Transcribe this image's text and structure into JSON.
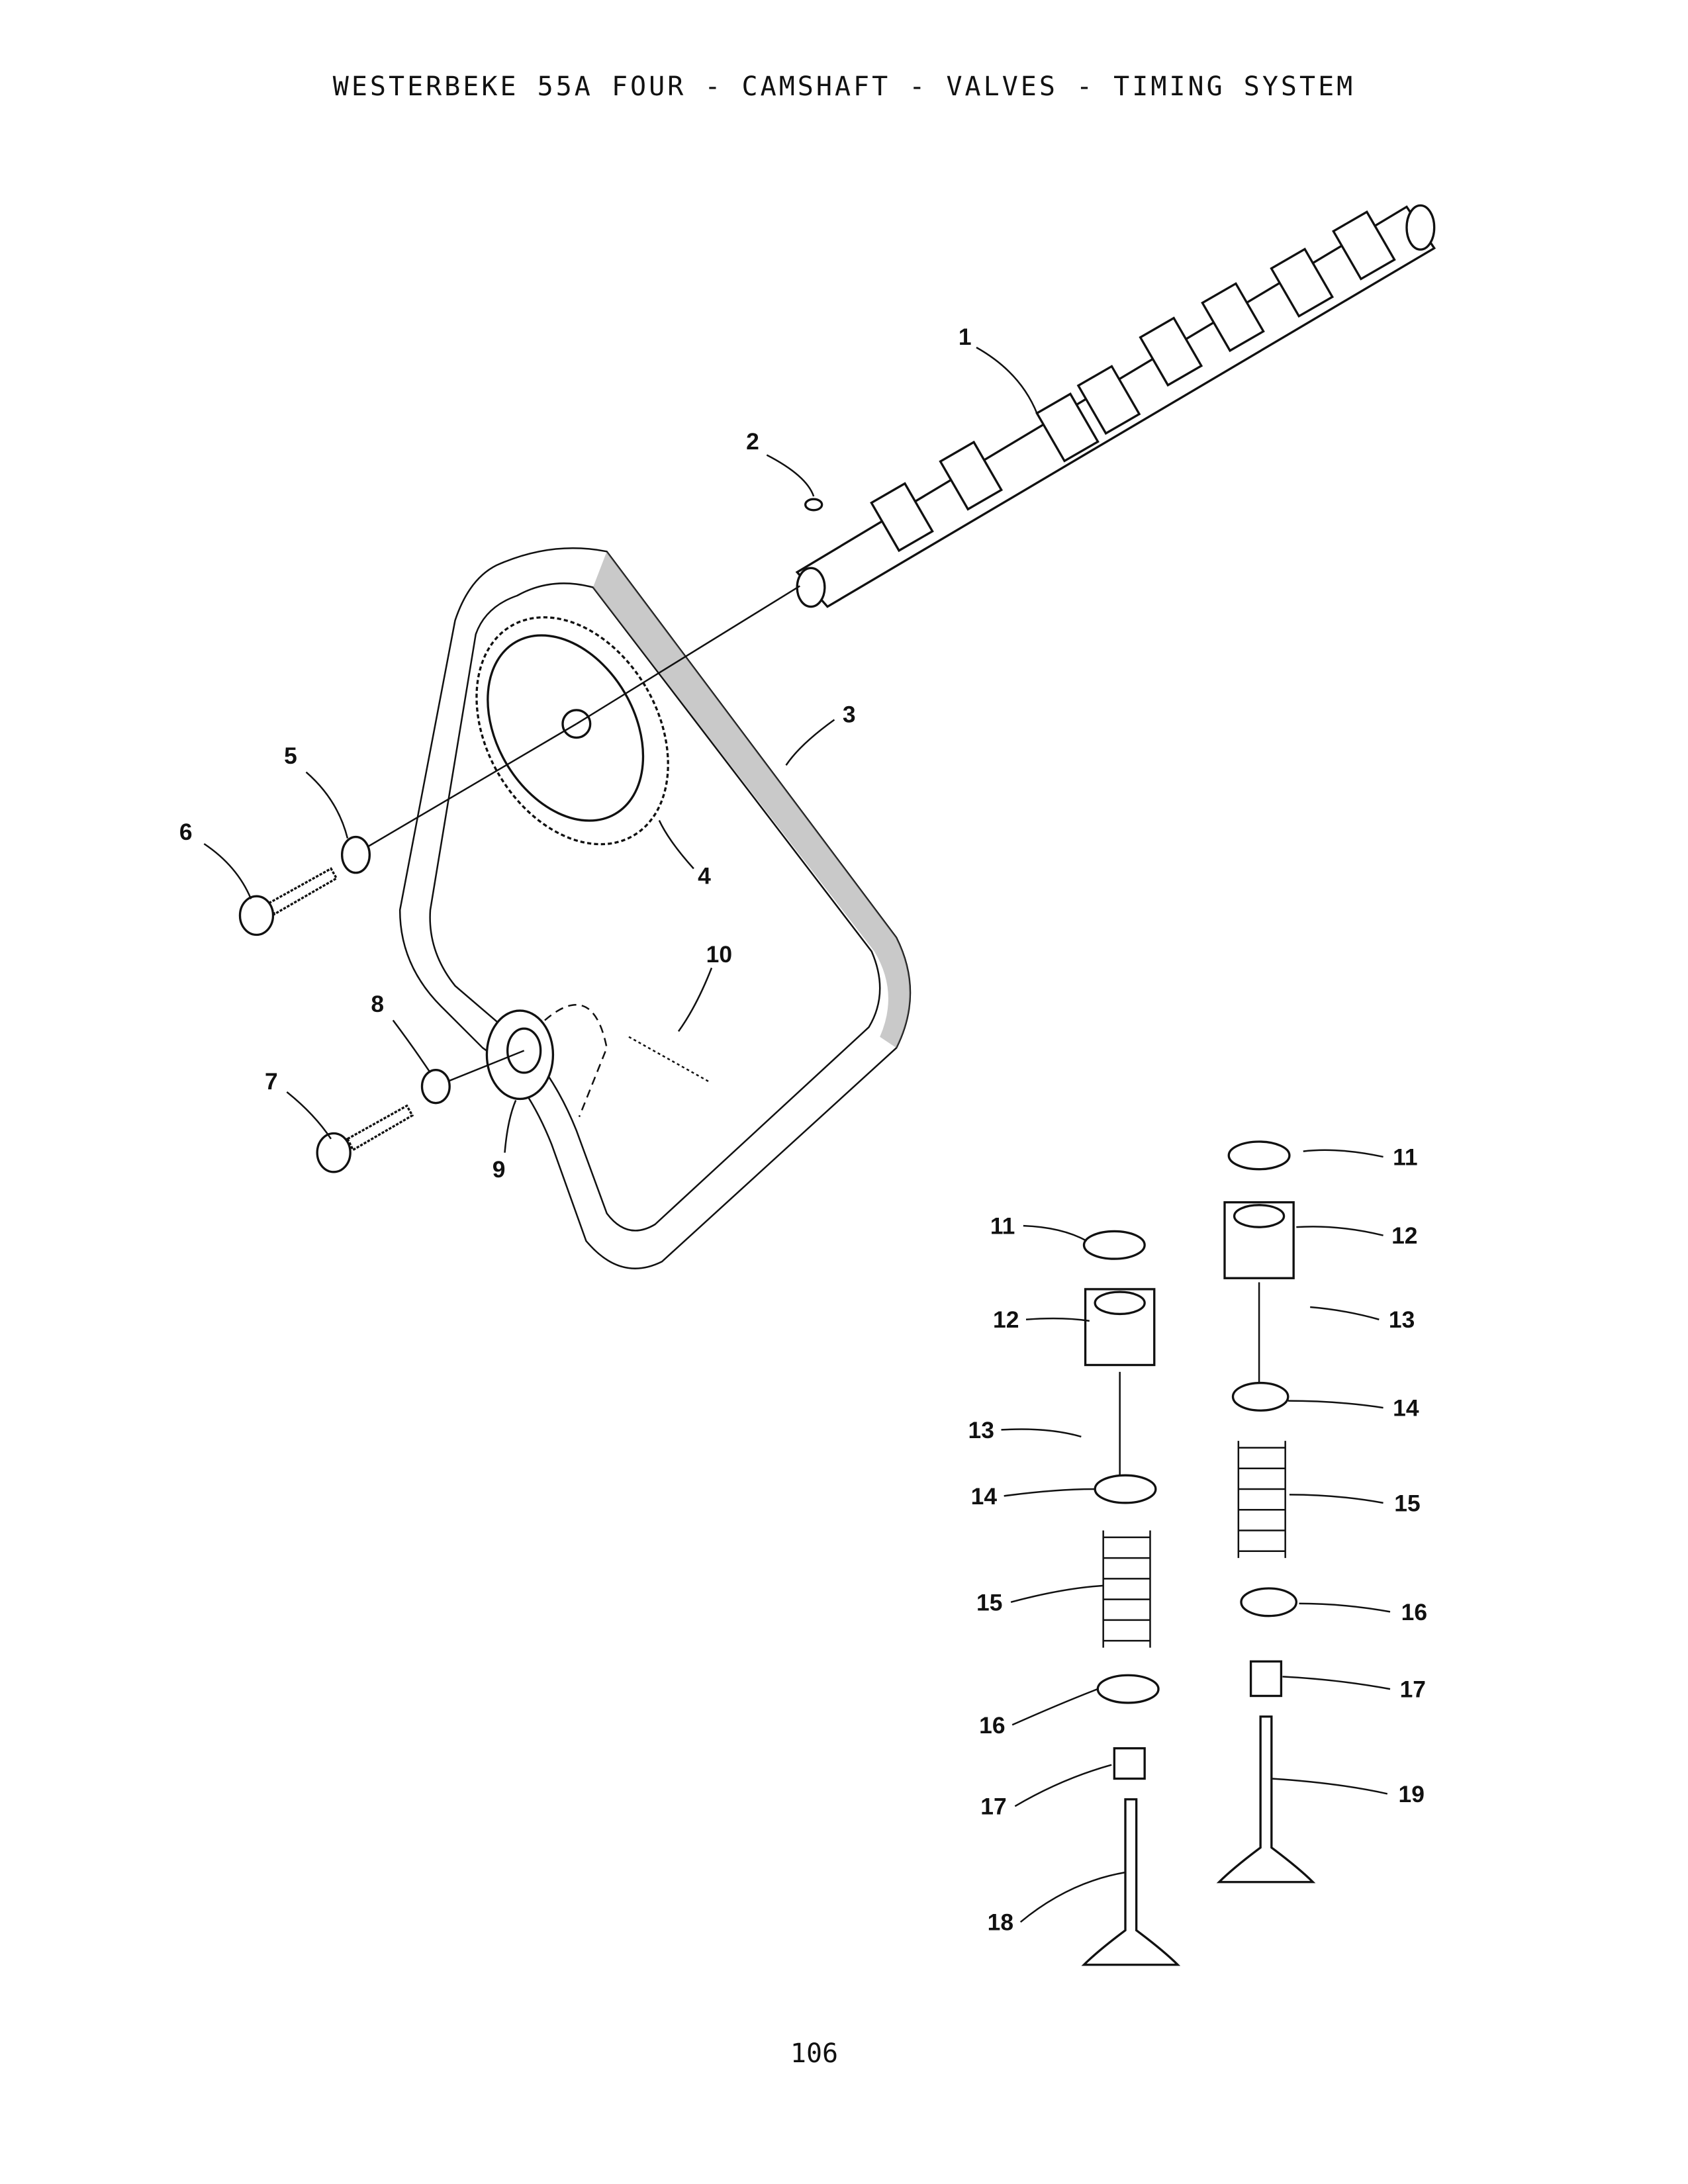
{
  "title": "WESTERBEKE 55A FOUR - CAMSHAFT - VALVES - TIMING SYSTEM",
  "page_number": "106",
  "callouts": [
    {
      "id": "1",
      "part": "camshaft"
    },
    {
      "id": "2",
      "part": "woodruff-key"
    },
    {
      "id": "3",
      "part": "timing-belt"
    },
    {
      "id": "4",
      "part": "camshaft-sprocket"
    },
    {
      "id": "5",
      "part": "sprocket-washer"
    },
    {
      "id": "6",
      "part": "sprocket-bolt"
    },
    {
      "id": "7",
      "part": "tensioner-bolt"
    },
    {
      "id": "8",
      "part": "tensioner-washer"
    },
    {
      "id": "9",
      "part": "tensioner-pulley"
    },
    {
      "id": "10",
      "part": "tensioner-spring"
    }
  ],
  "valve_left": [
    "11",
    "12",
    "13",
    "14",
    "15",
    "16",
    "17",
    "18"
  ],
  "valve_right": [
    "11",
    "12",
    "13",
    "14",
    "15",
    "16",
    "17",
    "19"
  ]
}
